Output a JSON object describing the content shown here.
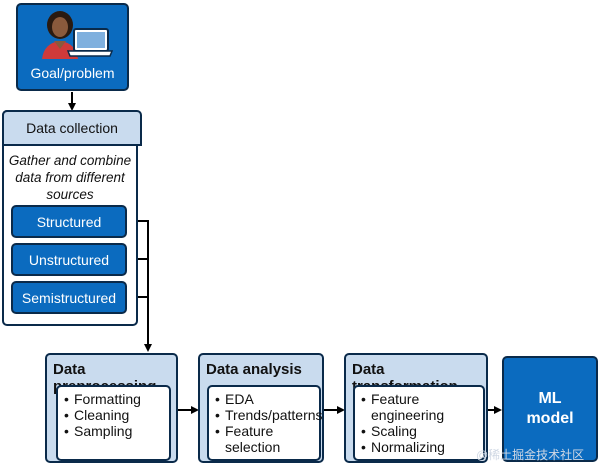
{
  "goal": {
    "label": "Goal/problem",
    "icon": "person-laptop-icon"
  },
  "collection": {
    "title": "Data collection",
    "description": "Gather and combine data from different sources",
    "sources": [
      "Structured",
      "Unstructured",
      "Semistructured"
    ]
  },
  "stages": [
    {
      "title": "Data preprocessing",
      "items": [
        "Formatting",
        "Cleaning",
        "Sampling"
      ]
    },
    {
      "title": "Data analysis",
      "items": [
        "EDA",
        "Trends/patterns",
        "Feature selection"
      ]
    },
    {
      "title": "Data transformation",
      "items": [
        "Feature engineering",
        "Scaling",
        "Normalizing"
      ]
    }
  ],
  "model": {
    "label": "ML model"
  },
  "watermark": "@稀土掘金技术社区",
  "colors": {
    "dark_blue": "#0b6bbf",
    "light_blue": "#c9dbee",
    "outline": "#0a2a4a"
  }
}
